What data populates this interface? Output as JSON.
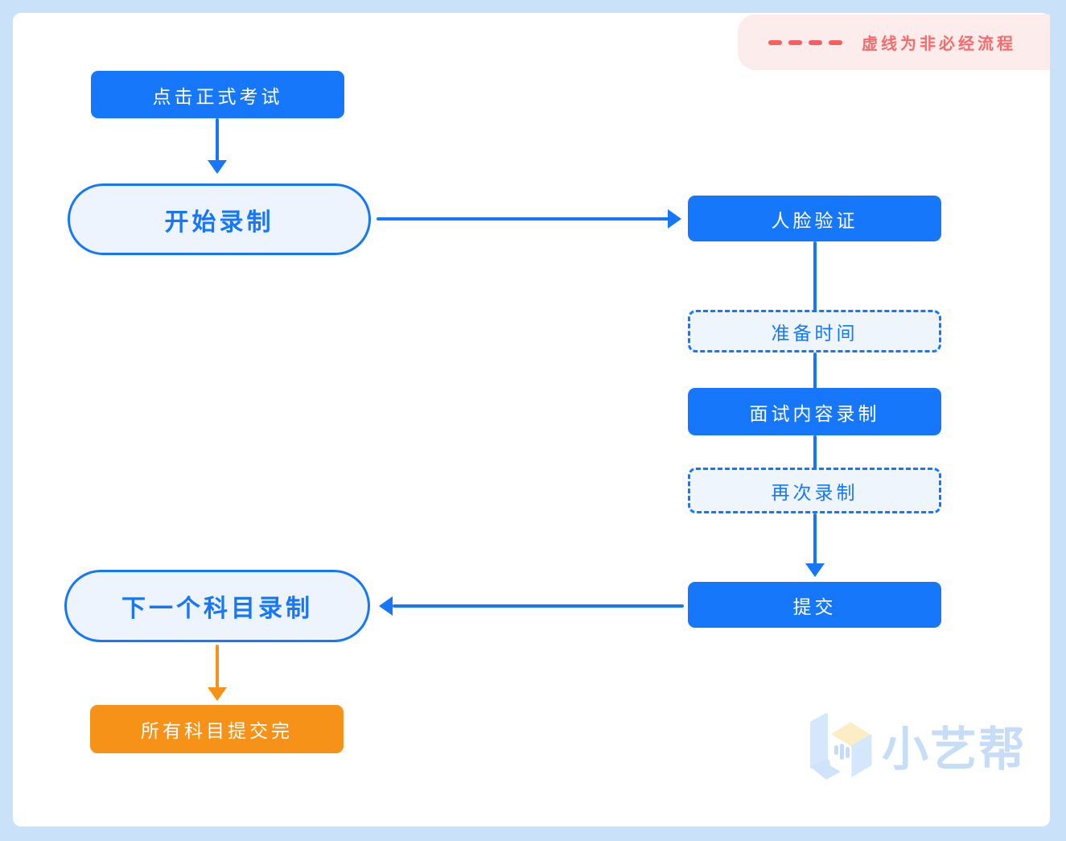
{
  "legend": {
    "label": "虚线为非必经流程"
  },
  "flow": {
    "click_exam": "点击正式考试",
    "start_recording": "开始录制",
    "face_verify": "人脸验证",
    "prep_time": "准备时间",
    "interview_recording": "面试内容录制",
    "rerecord": "再次录制",
    "submit": "提交",
    "next_subject": "下一个科目录制",
    "all_submitted": "所有科目提交完"
  },
  "logo": {
    "brand": "小艺帮"
  },
  "colors": {
    "accent_blue": "#1777fa",
    "accent_orange": "#f79219",
    "legend_red": "#f56c6c",
    "legend_bg": "#fdecec",
    "page_bg": "#cae2f9"
  }
}
